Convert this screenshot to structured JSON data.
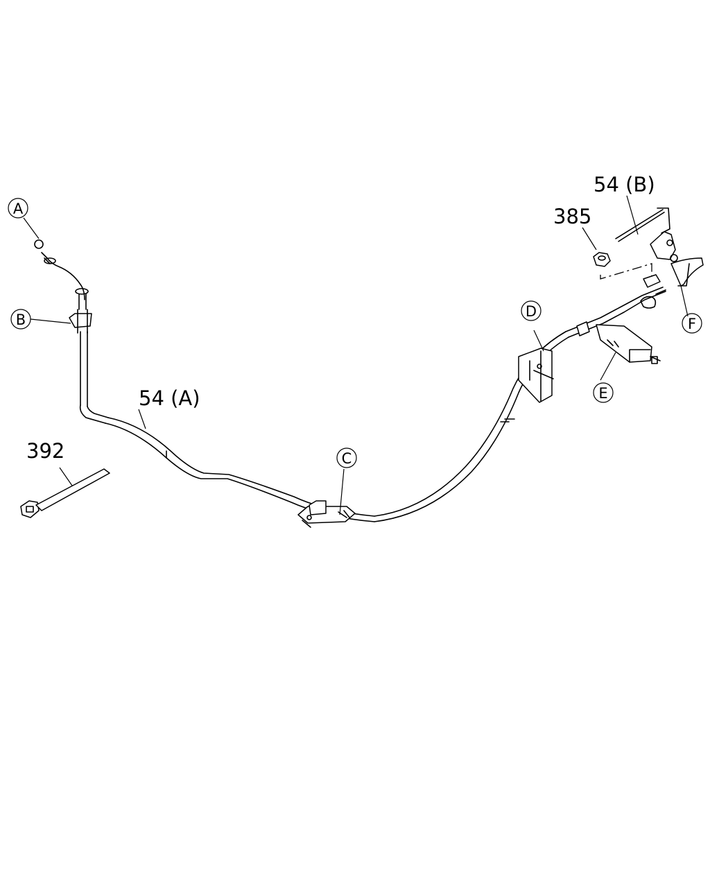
{
  "labels": {
    "part_54a": "54 (A)",
    "part_54b": "54 (B)",
    "part_385": "385",
    "part_392": "392"
  },
  "callouts": {
    "a": "A",
    "b": "B",
    "c": "C",
    "d": "D",
    "e": "E",
    "f": "F"
  }
}
